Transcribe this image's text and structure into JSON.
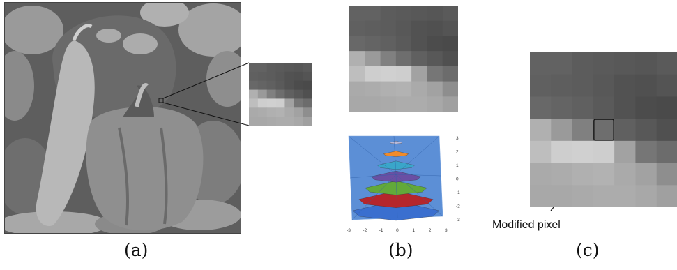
{
  "figure": {
    "subfigures": [
      {
        "caption": "(a)"
      },
      {
        "caption": "(b)"
      },
      {
        "caption": "(c)"
      }
    ],
    "annotation": {
      "label": "Modified pixel"
    },
    "colors": {
      "background": "#ffffff",
      "surface_base": "#5c8fd6",
      "surface_bands": [
        "#3a6fcf",
        "#b5262c",
        "#62a93a",
        "#6a4fa3",
        "#3aa6c9",
        "#f08b2a",
        "#b9b9d9"
      ]
    },
    "surface_plot": {
      "z_ticks": [
        "3",
        "2",
        "1",
        "0",
        "-1",
        "-2",
        "-3"
      ],
      "x_ticks": [
        "-3",
        "-2",
        "-1",
        "0",
        "1",
        "2",
        "3"
      ]
    },
    "pixel_grid": {
      "rows": 7,
      "cols": 7,
      "gray_levels": [
        [
          98,
          98,
          92,
          90,
          88,
          86,
          90
        ],
        [
          96,
          94,
          92,
          88,
          82,
          80,
          84
        ],
        [
          104,
          100,
          96,
          90,
          82,
          76,
          74
        ],
        [
          176,
          154,
          128,
          110,
          96,
          88,
          80
        ],
        [
          190,
          206,
          208,
          206,
          162,
          118,
          108
        ],
        [
          170,
          172,
          176,
          178,
          170,
          162,
          142
        ],
        [
          168,
          168,
          170,
          172,
          172,
          168,
          160
        ]
      ],
      "modified_cell": {
        "row": 3,
        "col": 3
      }
    }
  }
}
